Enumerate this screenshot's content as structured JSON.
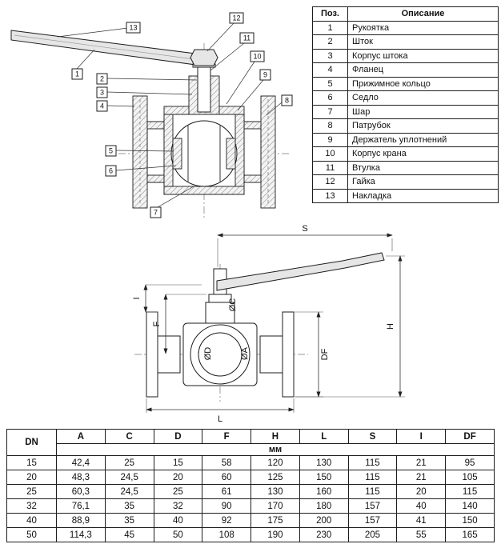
{
  "parts_table": {
    "headers": {
      "pos": "Поз.",
      "desc": "Описание"
    },
    "rows": [
      {
        "pos": "1",
        "desc": "Рукоятка"
      },
      {
        "pos": "2",
        "desc": "Шток"
      },
      {
        "pos": "3",
        "desc": "Корпус штока"
      },
      {
        "pos": "4",
        "desc": "Фланец"
      },
      {
        "pos": "5",
        "desc": "Прижимное кольцо"
      },
      {
        "pos": "6",
        "desc": "Седло"
      },
      {
        "pos": "7",
        "desc": "Шар"
      },
      {
        "pos": "8",
        "desc": "Патрубок"
      },
      {
        "pos": "9",
        "desc": "Держатель уплотнений"
      },
      {
        "pos": "10",
        "desc": "Корпус крана"
      },
      {
        "pos": "11",
        "desc": "Втулка"
      },
      {
        "pos": "12",
        "desc": "Гайка"
      },
      {
        "pos": "13",
        "desc": "Накладка"
      }
    ]
  },
  "drawing": {
    "callouts": [
      "1",
      "2",
      "3",
      "4",
      "5",
      "6",
      "7",
      "8",
      "9",
      "10",
      "11",
      "12",
      "13"
    ]
  },
  "dim_labels": {
    "s": "S",
    "h": "H",
    "i": "I",
    "f": "F",
    "oc": "ØC",
    "od": "ØD",
    "oa": "ØA",
    "df": "DF",
    "l": "L"
  },
  "dimensions_table": {
    "headers": [
      "DN",
      "A",
      "C",
      "D",
      "F",
      "H",
      "L",
      "S",
      "I",
      "DF"
    ],
    "unit": "мм",
    "rows": [
      [
        "15",
        "42,4",
        "25",
        "15",
        "58",
        "120",
        "130",
        "115",
        "21",
        "95"
      ],
      [
        "20",
        "48,3",
        "24,5",
        "20",
        "60",
        "125",
        "150",
        "115",
        "21",
        "105"
      ],
      [
        "25",
        "60,3",
        "24,5",
        "25",
        "61",
        "130",
        "160",
        "115",
        "20",
        "115"
      ],
      [
        "32",
        "76,1",
        "35",
        "32",
        "90",
        "170",
        "180",
        "157",
        "40",
        "140"
      ],
      [
        "40",
        "88,9",
        "35",
        "40",
        "92",
        "175",
        "200",
        "157",
        "41",
        "150"
      ],
      [
        "50",
        "114,3",
        "45",
        "50",
        "108",
        "190",
        "230",
        "205",
        "55",
        "165"
      ]
    ]
  }
}
